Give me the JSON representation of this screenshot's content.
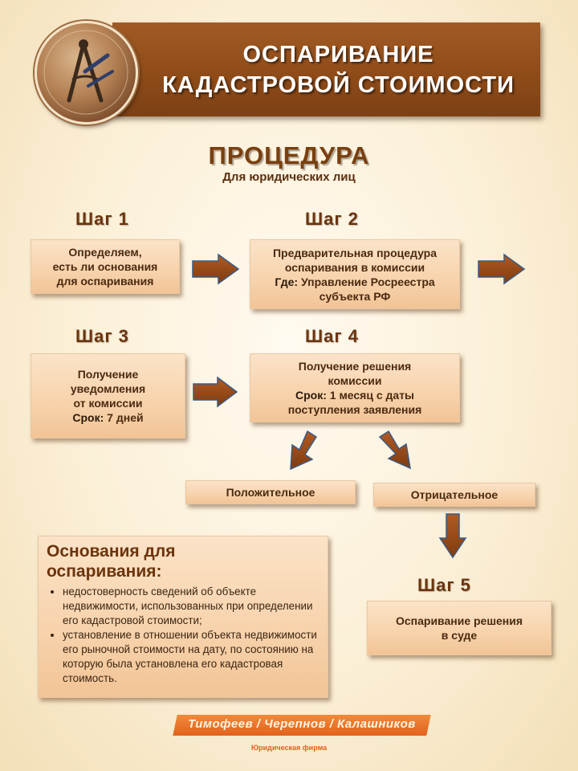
{
  "header": {
    "title_line1": "ОСПАРИВАНИЕ",
    "title_line2": "КАДАСТРОВОЙ СТОИМОСТИ",
    "logo_icon": "compass-emblem-icon"
  },
  "procedure": {
    "title": "ПРОЦЕДУРА",
    "subtitle": "Для юридических лиц"
  },
  "steps": {
    "step1": {
      "label": "Шаг 1",
      "lines": [
        "Определяем,",
        "есть ли основания",
        "для оспаривания"
      ]
    },
    "step2": {
      "label": "Шаг 2",
      "lines": [
        "Предварительная процедура",
        "оспаривания в комиссии"
      ],
      "key": "Где:",
      "key_value": " Управление Росреестра",
      "last_line": "субъекта РФ"
    },
    "step3": {
      "label": "Шаг 3",
      "lines": [
        "Получение",
        "уведомления",
        "от комиссии"
      ],
      "key": "Срок:",
      "key_value": " 7 дней"
    },
    "step4": {
      "label": "Шаг 4",
      "lines": [
        "Получение решения",
        "комиссии"
      ],
      "key": "Срок:",
      "key_value": " 1 месяц с даты",
      "last_line": "поступления заявления"
    },
    "step5": {
      "label": "Шаг 5",
      "lines": [
        "Оспаривание решения",
        "в суде"
      ]
    }
  },
  "outcomes": {
    "positive": "Положительное",
    "negative": "Отрицательное"
  },
  "basis": {
    "title_line1": "Основания для",
    "title_line2": "оспаривания:",
    "items": [
      "недостоверность сведений об объекте недвижимости, использованных при определении его кадастровой стоимости;",
      "установление в отношении объекта недвижимости его рыночной стоимости на дату, по состоянию на которую была установлена его кадастровая стоимость."
    ]
  },
  "footer": {
    "firm": "Тимофеев / Черепнов / Калашников",
    "subtitle": "Юридическая фирма"
  },
  "colors": {
    "banner": "#8f4c19",
    "box": "#f7d2ab",
    "arrow": "#9a4a1a",
    "arrow_outline": "#3a5a86",
    "accent": "#e2621e"
  }
}
